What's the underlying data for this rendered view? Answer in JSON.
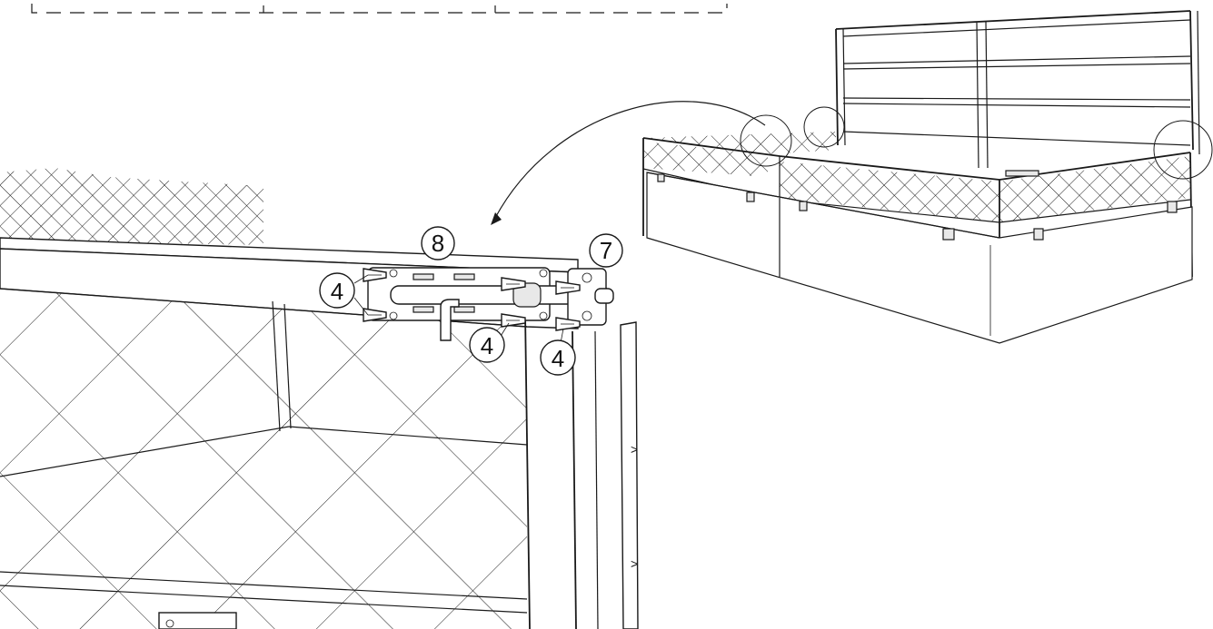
{
  "diagram": {
    "callouts": [
      {
        "id": "part-8",
        "label": "8"
      },
      {
        "id": "part-7",
        "label": "7"
      },
      {
        "id": "screw-left",
        "label": "4"
      },
      {
        "id": "screw-mid",
        "label": "4"
      },
      {
        "id": "screw-right",
        "label": "4"
      }
    ],
    "detail_markers": [
      "latch-detail",
      "corner-detail-left",
      "corner-detail-mid",
      "corner-detail-right"
    ]
  }
}
